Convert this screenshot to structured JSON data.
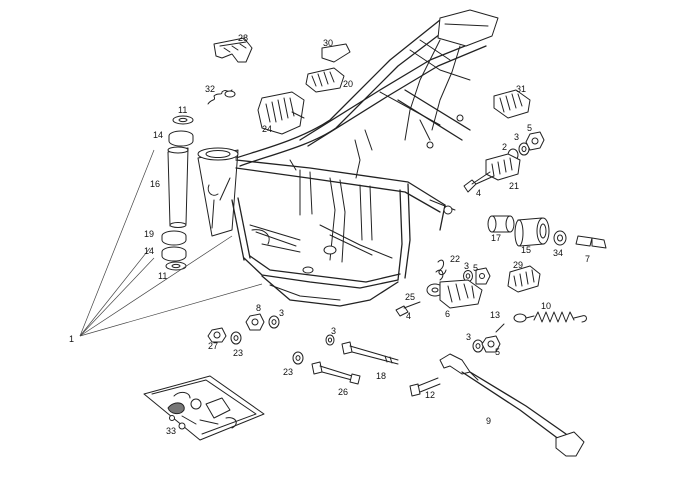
{
  "callouts": [
    {
      "id": "c28",
      "text": "28"
    },
    {
      "id": "c30",
      "text": "30"
    },
    {
      "id": "c20",
      "text": "20"
    },
    {
      "id": "c32",
      "text": "32"
    },
    {
      "id": "c24",
      "text": "24"
    },
    {
      "id": "c11a",
      "text": "11"
    },
    {
      "id": "c14a",
      "text": "14"
    },
    {
      "id": "c16",
      "text": "16"
    },
    {
      "id": "c19",
      "text": "19"
    },
    {
      "id": "c14b",
      "text": "14"
    },
    {
      "id": "c11b",
      "text": "11"
    },
    {
      "id": "c1",
      "text": "1"
    },
    {
      "id": "c31",
      "text": "31"
    },
    {
      "id": "c2",
      "text": "2"
    },
    {
      "id": "c3a",
      "text": "3"
    },
    {
      "id": "c5a",
      "text": "5"
    },
    {
      "id": "c4a",
      "text": "4"
    },
    {
      "id": "c21",
      "text": "21"
    },
    {
      "id": "c17",
      "text": "17"
    },
    {
      "id": "c15",
      "text": "15"
    },
    {
      "id": "c34",
      "text": "34"
    },
    {
      "id": "c7",
      "text": "7"
    },
    {
      "id": "c22",
      "text": "22"
    },
    {
      "id": "c3b",
      "text": "3"
    },
    {
      "id": "c5b",
      "text": "5"
    },
    {
      "id": "c29",
      "text": "29"
    },
    {
      "id": "c25",
      "text": "25"
    },
    {
      "id": "c4b",
      "text": "4"
    },
    {
      "id": "c6",
      "text": "6"
    },
    {
      "id": "c10",
      "text": "10"
    },
    {
      "id": "c8",
      "text": "8"
    },
    {
      "id": "c3c",
      "text": "3"
    },
    {
      "id": "c27",
      "text": "27"
    },
    {
      "id": "c23a",
      "text": "23"
    },
    {
      "id": "c3d",
      "text": "3"
    },
    {
      "id": "c13",
      "text": "13"
    },
    {
      "id": "c3e",
      "text": "3"
    },
    {
      "id": "c5c",
      "text": "5"
    },
    {
      "id": "c18",
      "text": "18"
    },
    {
      "id": "c23b",
      "text": "23"
    },
    {
      "id": "c26",
      "text": "26"
    },
    {
      "id": "c12",
      "text": "12"
    },
    {
      "id": "c9",
      "text": "9"
    },
    {
      "id": "c33",
      "text": "33"
    }
  ]
}
